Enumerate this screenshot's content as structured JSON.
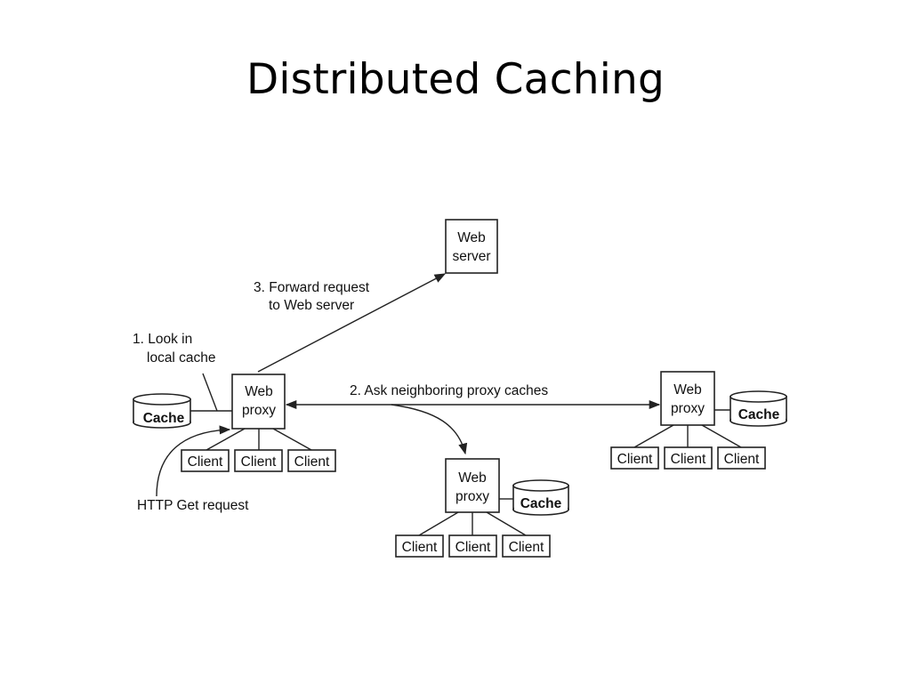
{
  "title": "Distributed Caching",
  "diagram": {
    "web_server": {
      "line1": "Web",
      "line2": "server"
    },
    "proxy": {
      "line1": "Web",
      "line2": "proxy"
    },
    "cache": "Cache",
    "client": "Client",
    "step1": {
      "line1": "1. Look in",
      "line2": "local cache"
    },
    "step2": "2. Ask neighboring proxy caches",
    "step3": {
      "line1": "3. Forward request",
      "line2": "to Web server"
    },
    "http_get": "HTTP Get request"
  },
  "colors": {
    "ink": "#222222",
    "background": "#ffffff"
  }
}
